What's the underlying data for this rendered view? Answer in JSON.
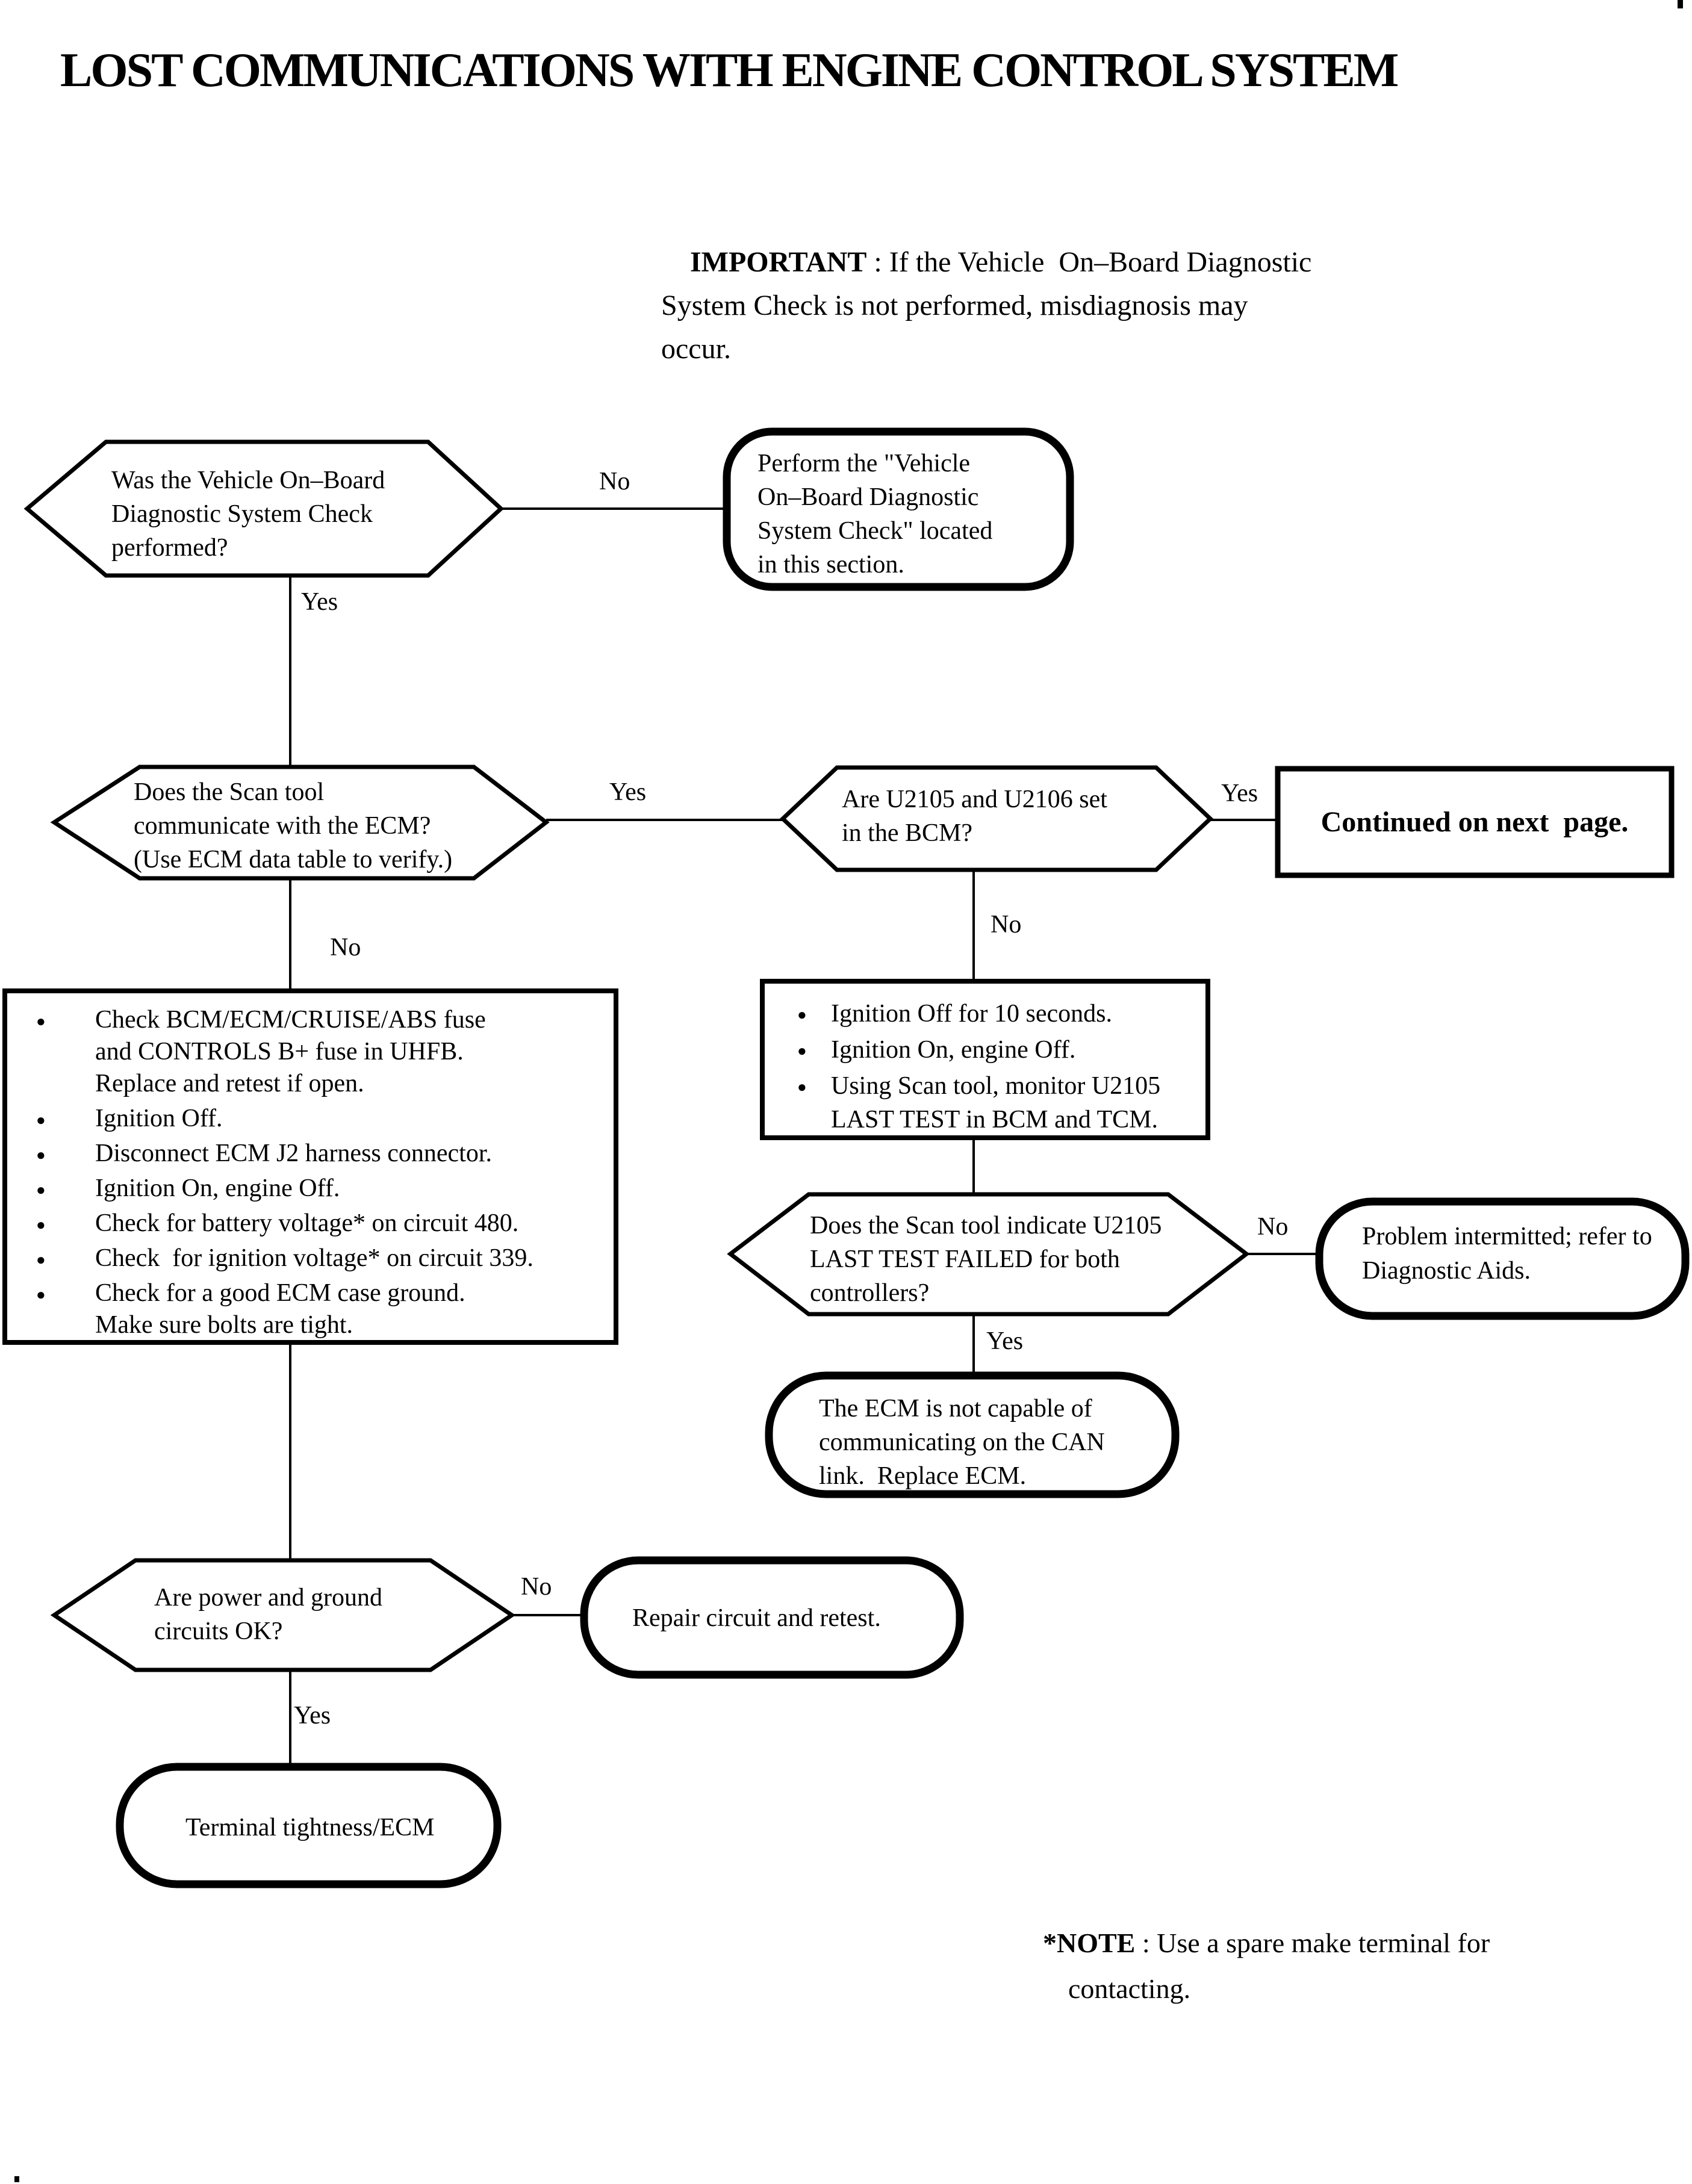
{
  "page": {
    "title": "LOST COMMUNICATIONS WITH ENGINE CONTROL SYSTEM",
    "important": {
      "label": "IMPORTANT",
      "text": " : If the Vehicle  On–Board Diagnostic\nSystem Check is not performed, misdiagnosis may\noccur."
    },
    "footnote": {
      "label": "*NOTE",
      "line1": " :  Use a spare make terminal for",
      "line2": "contacting."
    }
  },
  "flowchart": {
    "decisions": {
      "obd_performed": "Was the Vehicle On–Board\nDiagnostic System Check\nperformed?",
      "scan_tool_ecm": "Does the Scan tool\ncommunicate with the ECM?\n(Use ECM data table to verify.)",
      "u2105_u2106_bcm": "Are U2105 and U2106 set\nin the BCM?",
      "u2105_last_test_failed": "Does the Scan tool indicate U2105\nLAST TEST FAILED for both\ncontrollers?",
      "power_ground_ok": "Are power and ground\ncircuits OK?"
    },
    "actions": {
      "perform_obd_check": "Perform the \"Vehicle\nOn–Board Diagnostic\nSystem Check\" located\nin this section.",
      "continued_next_page": "Continued on next  page.",
      "problem_intermitted": "Problem intermitted; refer to\nDiagnostic Aids.",
      "replace_ecm": "The ECM is not capable of\ncommunicating on the CAN\nlink.  Replace ECM.",
      "repair_circuit": "Repair circuit and retest.",
      "terminal_tightness": "Terminal tightness/ECM"
    },
    "checklists": {
      "power_checks": [
        "Check BCM/ECM/CRUISE/ABS fuse\nand CONTROLS B+ fuse in UHFB.\nReplace and retest if open.",
        "Ignition Off.",
        "Disconnect ECM J2 harness connector.",
        "Ignition On, engine Off.",
        "Check for battery voltage* on circuit 480.",
        "Check  for ignition voltage* on circuit 339.",
        "Check for a good ECM case ground.\nMake sure bolts are tight."
      ],
      "monitor_steps": [
        "Ignition Off for 10 seconds.",
        "Ignition On, engine Off.",
        "Using Scan tool, monitor U2105\nLAST TEST in BCM and TCM."
      ]
    },
    "labels": {
      "obd_no": "No",
      "obd_yes": "Yes",
      "scan_yes": "Yes",
      "scan_no": "No",
      "bcm_yes": "Yes",
      "bcm_no": "No",
      "failed_no": "No",
      "failed_yes": "Yes",
      "power_no": "No",
      "power_yes": "Yes"
    }
  }
}
